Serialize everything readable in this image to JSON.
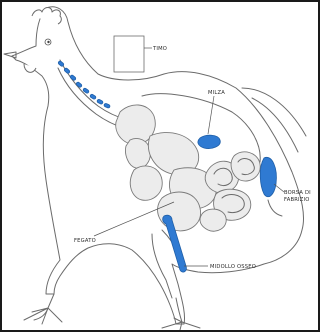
{
  "labels": {
    "timo": "TIMO",
    "milza": "MILZA",
    "borsa_line1": "BORSA DI",
    "borsa_line2": "FABRIZIO",
    "fegato": "FEGATO",
    "midollo": "MIDOLLO OSSEO"
  },
  "colors": {
    "background": "#ffffff",
    "frame": "#1a1a1a",
    "outline": "#6b6b6b",
    "organ_fill": "#ececec",
    "lymphoid_blue": "#2f7ad2",
    "lymphoid_outline": "#1f5fa8",
    "leader_line": "#555555",
    "text": "#2b2b2b"
  }
}
